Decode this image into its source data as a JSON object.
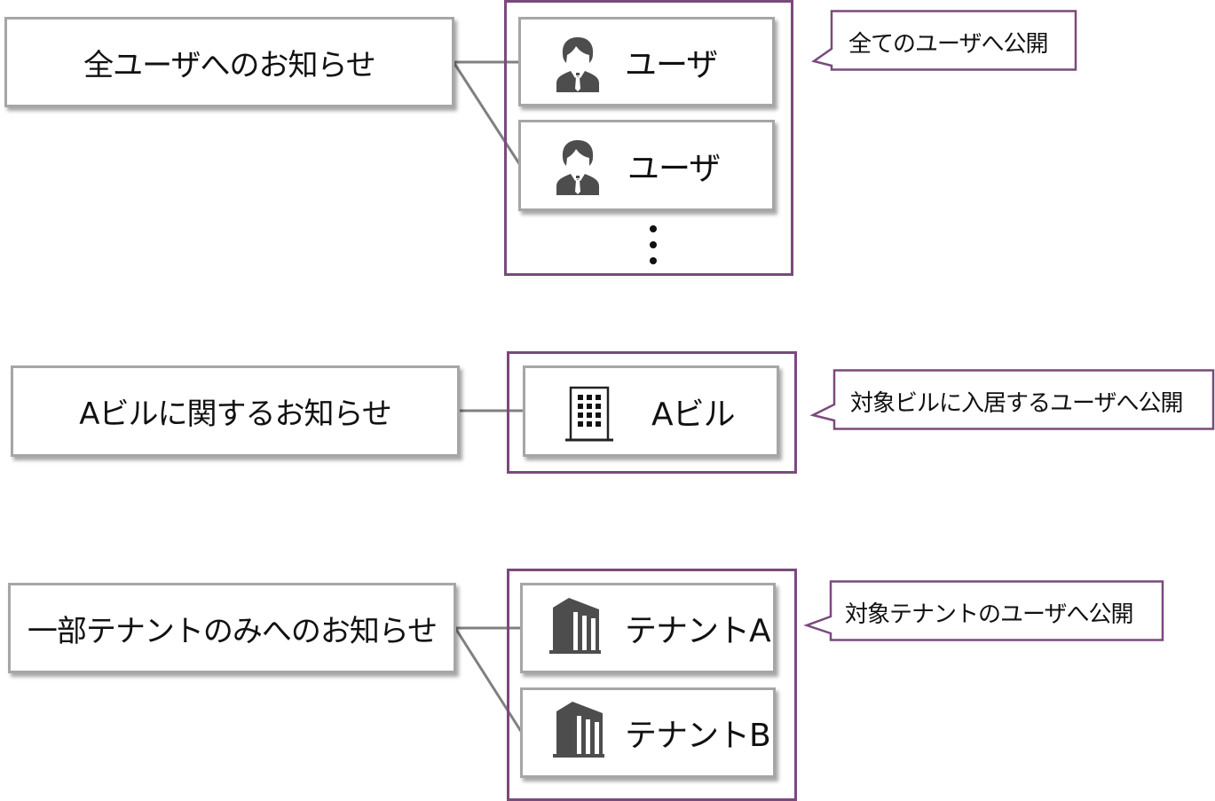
{
  "colors": {
    "group_border": "#7a4a7c",
    "box_border": "#a6a6a6",
    "connector": "#808080",
    "icon_fill": "#4d4d4d"
  },
  "rows": [
    {
      "notice_label": "全ユーザへのお知らせ",
      "targets": [
        {
          "icon": "user-icon",
          "label": "ユーザ"
        },
        {
          "icon": "user-icon",
          "label": "ユーザ"
        }
      ],
      "has_more": true,
      "callout": "全てのユーザへ公開"
    },
    {
      "notice_label": "Aビルに関するお知らせ",
      "targets": [
        {
          "icon": "office-building-icon",
          "label": "Aビル"
        }
      ],
      "has_more": false,
      "callout": "対象ビルに入居するユーザへ公開"
    },
    {
      "notice_label": "一部テナントのみへのお知らせ",
      "targets": [
        {
          "icon": "tenant-building-icon",
          "label": "テナントA"
        },
        {
          "icon": "tenant-building-icon",
          "label": "テナントB"
        }
      ],
      "has_more": false,
      "callout": "対象テナントのユーザへ公開"
    }
  ]
}
